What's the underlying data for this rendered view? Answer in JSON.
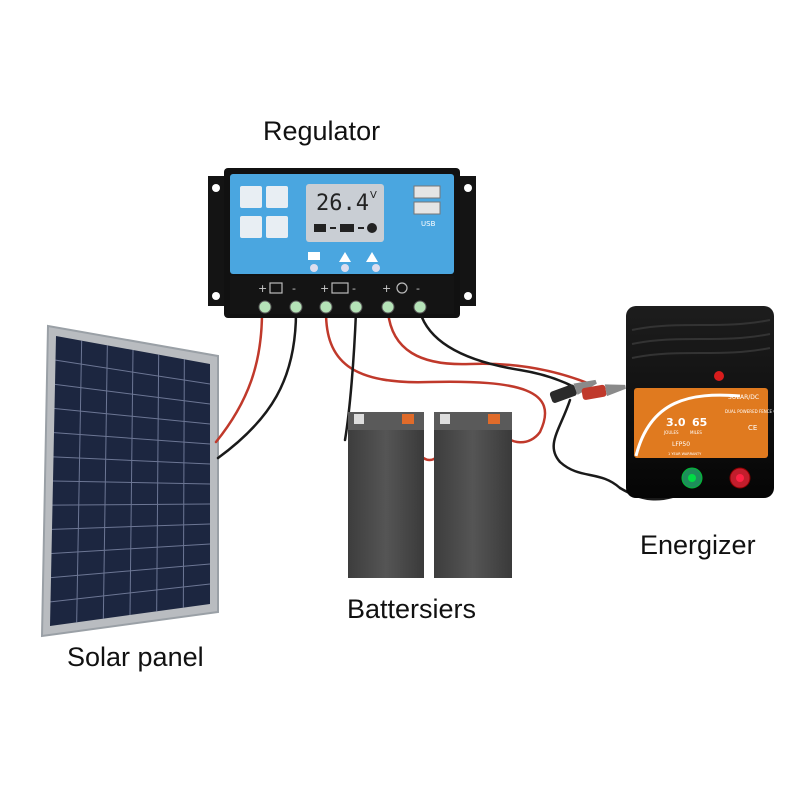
{
  "labels": {
    "regulator": "Regulator",
    "solar_panel": "Solar panel",
    "batteries": "Battersiers",
    "energizer": "Energizer"
  },
  "regulator": {
    "display_value": "26.4",
    "display_unit": "V",
    "usb_label": "USB",
    "terminal_signs": [
      "+",
      "-",
      "+",
      "-",
      "+",
      "-"
    ]
  },
  "energizer": {
    "brand_text": "SOLAR/DC",
    "side_text": "DUAL POWERED FENCE CHARGER",
    "joules_value": "3.0",
    "joules_label": "JOULES",
    "miles_value": "65",
    "miles_label": "MILES",
    "model": "LFP50",
    "ce_mark": "CE",
    "fine_print": "1 YEAR WARRANTY"
  },
  "colors": {
    "wire_red": "#c0392b",
    "wire_black": "#1a1a1a",
    "regulator_screen": "#4aa6e0",
    "energizer_orange": "#e07a1f",
    "battery_gray": "#4a4a4a",
    "panel_cell": "#1f2a44"
  }
}
